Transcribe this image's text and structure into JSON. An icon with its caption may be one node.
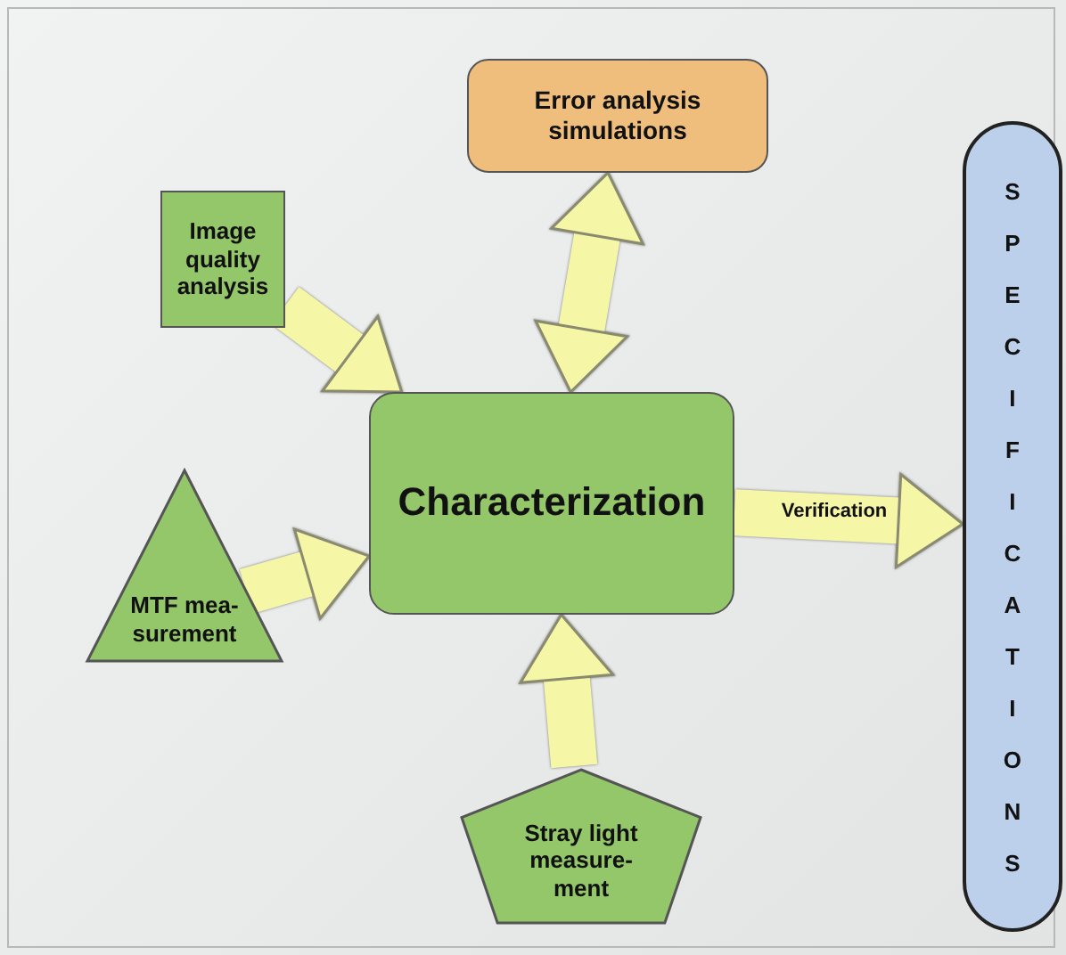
{
  "diagram": {
    "nodes": [
      {
        "text": [
          "Error analysis simulations"
        ]
      },
      {
        "text": [
          "Image quality analysis"
        ]
      },
      {
        "text": [
          "Characterization"
        ]
      },
      {
        "text": [
          "MTF mea- surement"
        ]
      },
      {
        "text": [
          "Stray light measure- ment"
        ]
      },
      {
        "text": [
          "SPECIFICATIONS"
        ]
      }
    ],
    "edges": [
      {
        "from": 1,
        "to": 2,
        "arrow": "to"
      },
      {
        "from": 2,
        "to": 0,
        "arrow": "both"
      },
      {
        "from": 3,
        "to": 2,
        "arrow": "to"
      },
      {
        "from": 4,
        "to": 2,
        "arrow": "to"
      },
      {
        "from": 2,
        "to": 5,
        "arrow": "to",
        "label": "Verification"
      }
    ]
  }
}
